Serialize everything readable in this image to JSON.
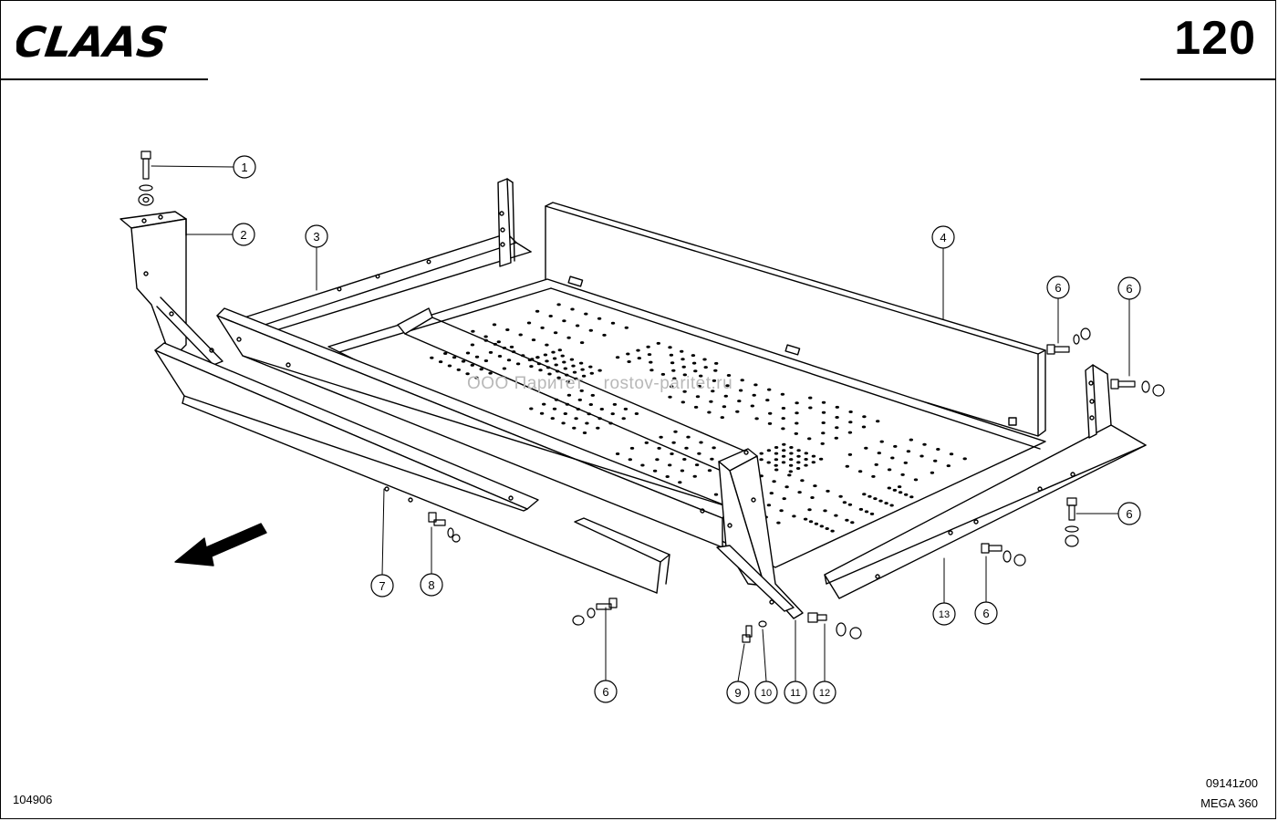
{
  "header": {
    "brand": "CLAAS",
    "page_number": "120"
  },
  "watermark": {
    "company": "ООО Паритет",
    "site": "rostov-paritet.ru"
  },
  "footer": {
    "doc_id": "104906",
    "drawing_code": "09141z00",
    "model": "MEGA 360"
  },
  "callouts": [
    {
      "id": "c1",
      "label": "1"
    },
    {
      "id": "c2",
      "label": "2"
    },
    {
      "id": "c3",
      "label": "3"
    },
    {
      "id": "c4",
      "label": "4"
    },
    {
      "id": "c6a",
      "label": "6"
    },
    {
      "id": "c6b",
      "label": "6"
    },
    {
      "id": "c6c",
      "label": "6"
    },
    {
      "id": "c6d",
      "label": "6"
    },
    {
      "id": "c6e",
      "label": "6"
    },
    {
      "id": "c7",
      "label": "7"
    },
    {
      "id": "c8",
      "label": "8"
    },
    {
      "id": "c9",
      "label": "9"
    },
    {
      "id": "c10",
      "label": "10"
    },
    {
      "id": "c11",
      "label": "11"
    },
    {
      "id": "c12",
      "label": "12"
    },
    {
      "id": "c13",
      "label": "13"
    }
  ],
  "icons": {
    "direction": "travel-direction-arrow-icon",
    "fastener": "bolt-icon"
  }
}
